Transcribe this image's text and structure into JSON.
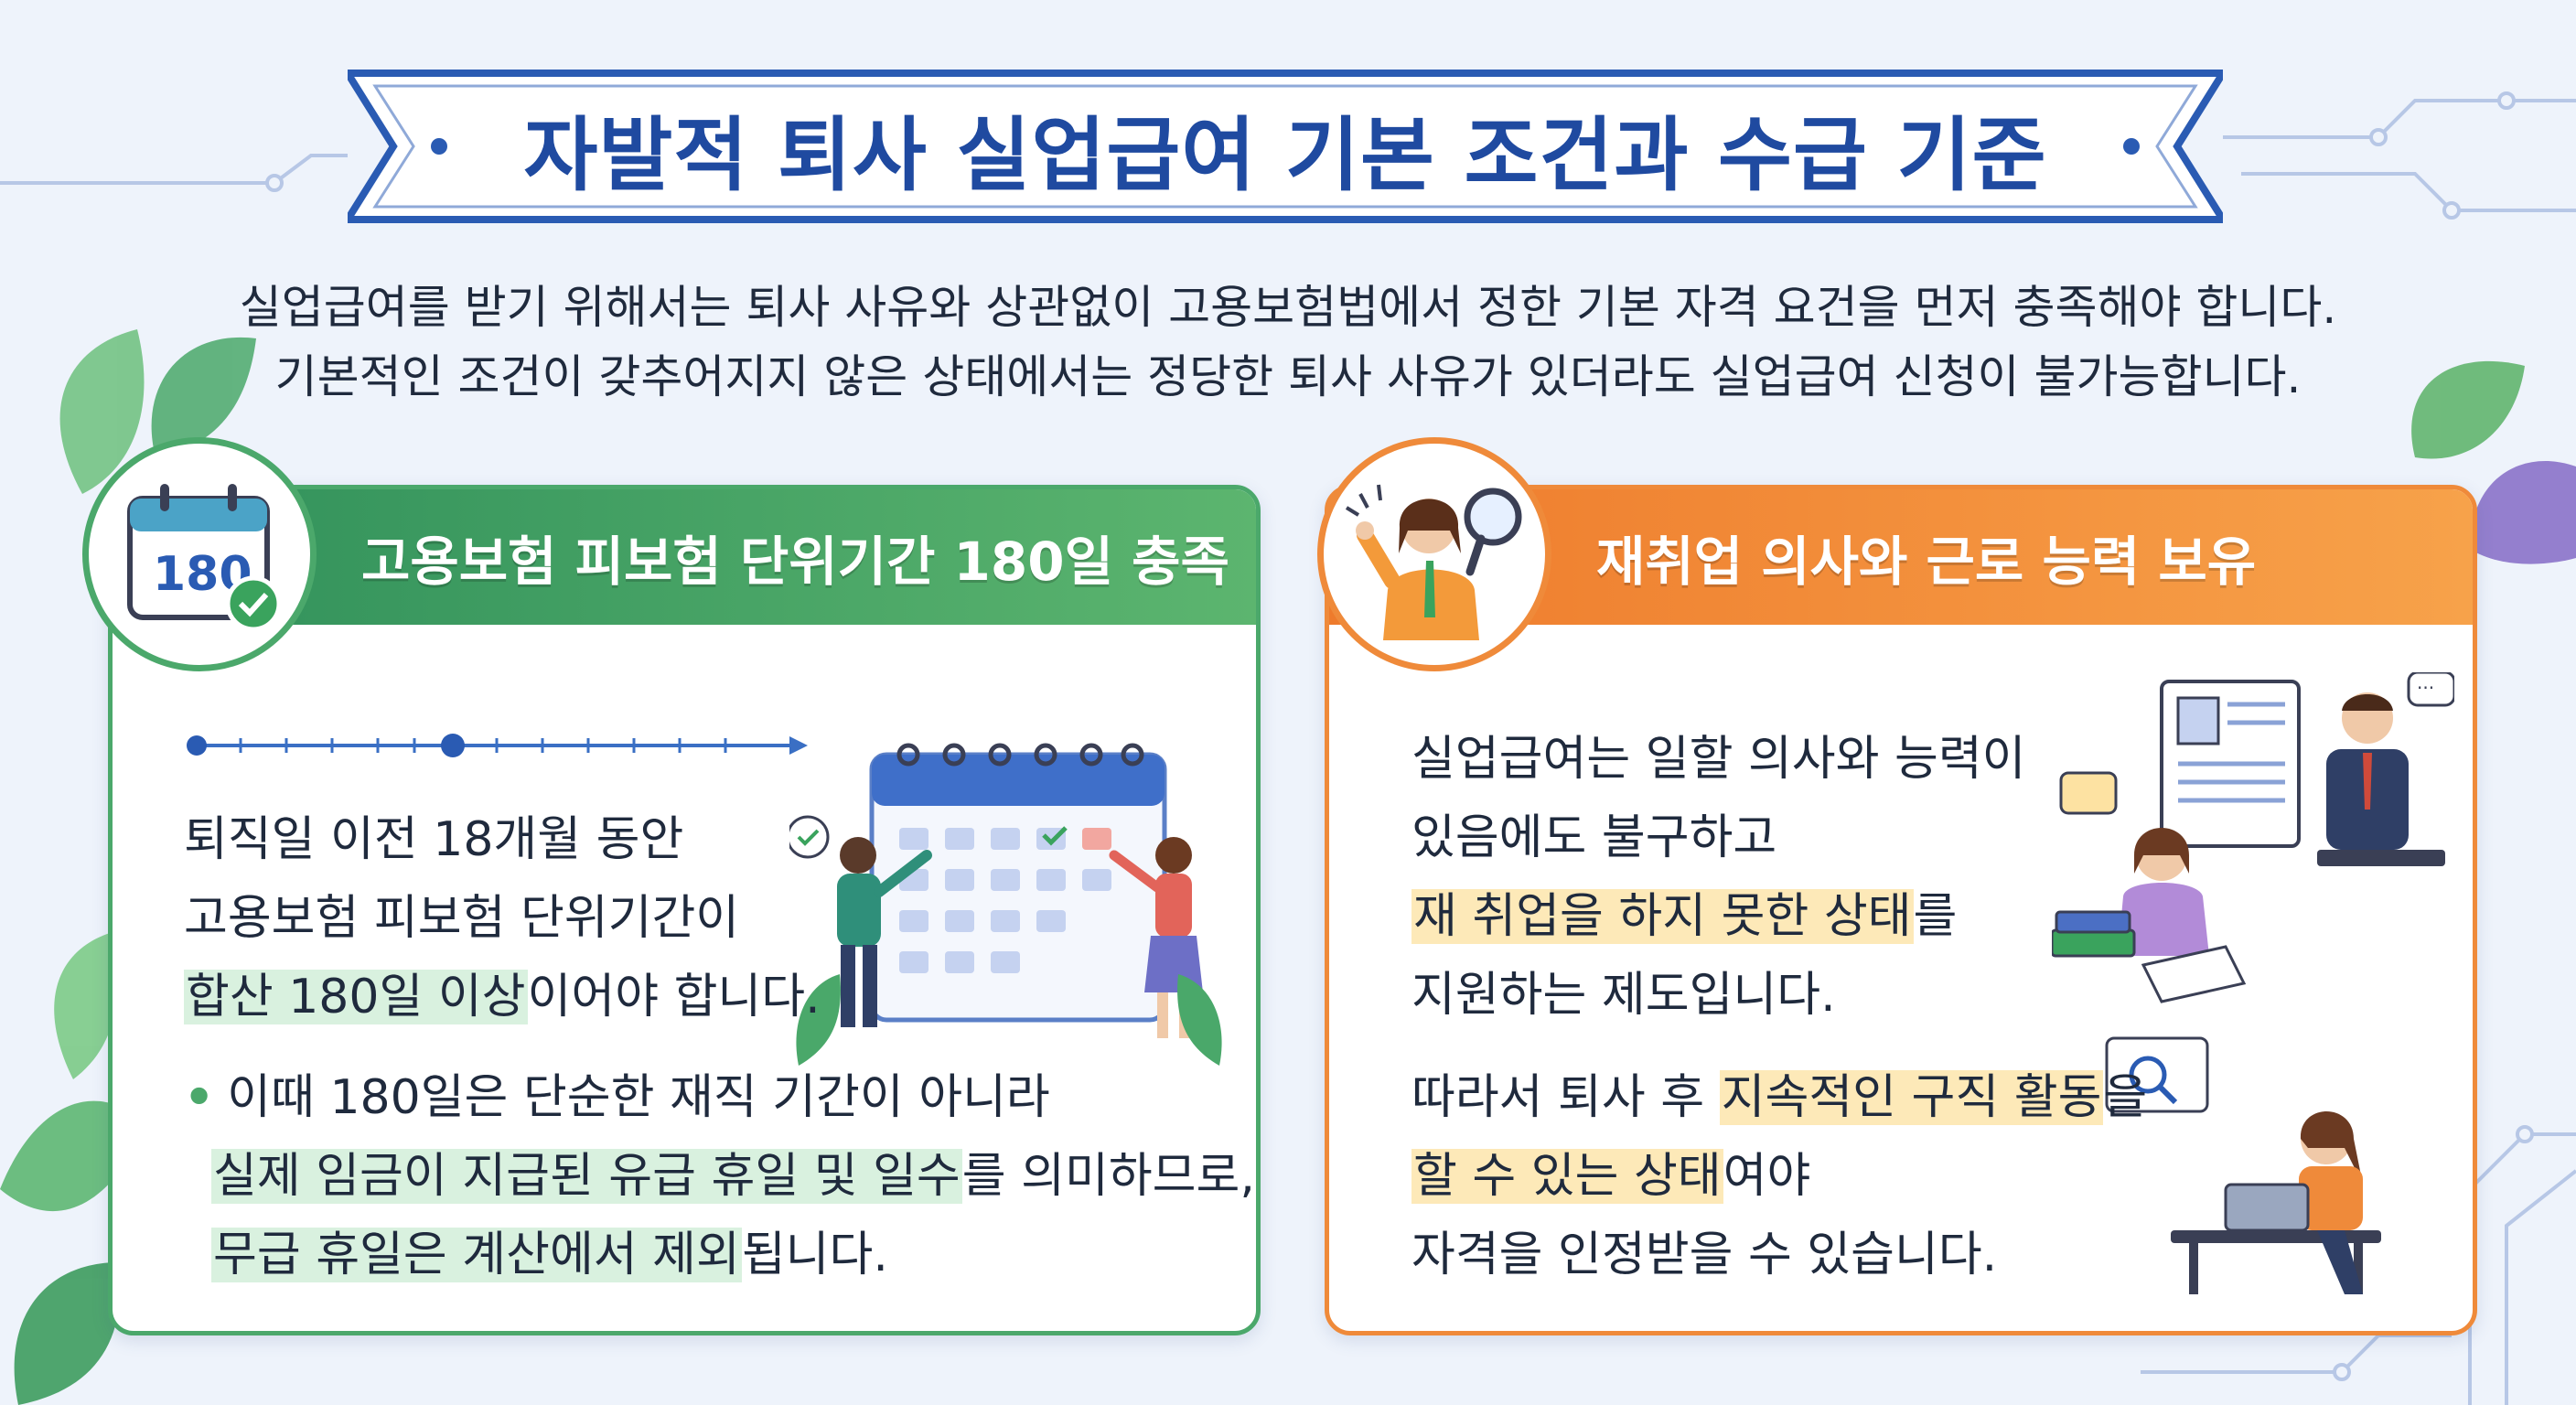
{
  "title": "자발적 퇴사 실업급여 기본 조건과 수급 기준",
  "intro": {
    "line1": "실업급여를 받기 위해서는 퇴사 사유와 상관없이 고용보험법에서 정한 기본 자격 요건을 먼저 충족해야 합니다.",
    "line2": "기본적인 조건이 갖추어지지 않은 상태에서는 정당한 퇴사 사유가 있더라도 실업급여 신청이 불가능합니다."
  },
  "left_card": {
    "title": "고용보험 피보험 단위기간 180일 충족",
    "badge_number": "180",
    "para_line1": "퇴직일 이전 18개월 동안",
    "para_line2": "고용보험 피보험 단위기간이",
    "para_line3_highlight": "합산 180일 이상",
    "para_line3_rest": "이어야 합니다.",
    "note_line1": "이때 180일은 단순한 재직 기간이 아니라",
    "note_line2_highlight": "실제 임금이 지급된 유급 휴일 및 일수",
    "note_line2_rest": "를 의미하므로,",
    "note_line3_highlight": "무급 휴일은 계산에서 제외",
    "note_line3_rest": "됩니다."
  },
  "right_card": {
    "title": "재취업 의사와 근로 능력 보유",
    "para1_line1": "실업급여는 일할 의사와 능력이",
    "para1_line2": "있음에도 불구하고",
    "para1_line3_highlight": "재 취업을 하지 못한 상태",
    "para1_line3_rest": "를",
    "para1_line4": "지원하는 제도입니다.",
    "para2_line1_pre": "따라서 퇴사 후 ",
    "para2_line1_highlight": "지속적인 구직 활동",
    "para2_line1_rest": "을",
    "para2_line2_highlight": "할 수 있는 상태",
    "para2_line2_rest": "여야",
    "para2_line3": "자격을 인정받을 수 있습니다."
  },
  "colors": {
    "title_blue": "#1f4aa0",
    "green": "#4ba86b",
    "orange": "#ef8a3a",
    "highlight_green": "#d9f1df",
    "highlight_yellow": "#fde9b8"
  }
}
